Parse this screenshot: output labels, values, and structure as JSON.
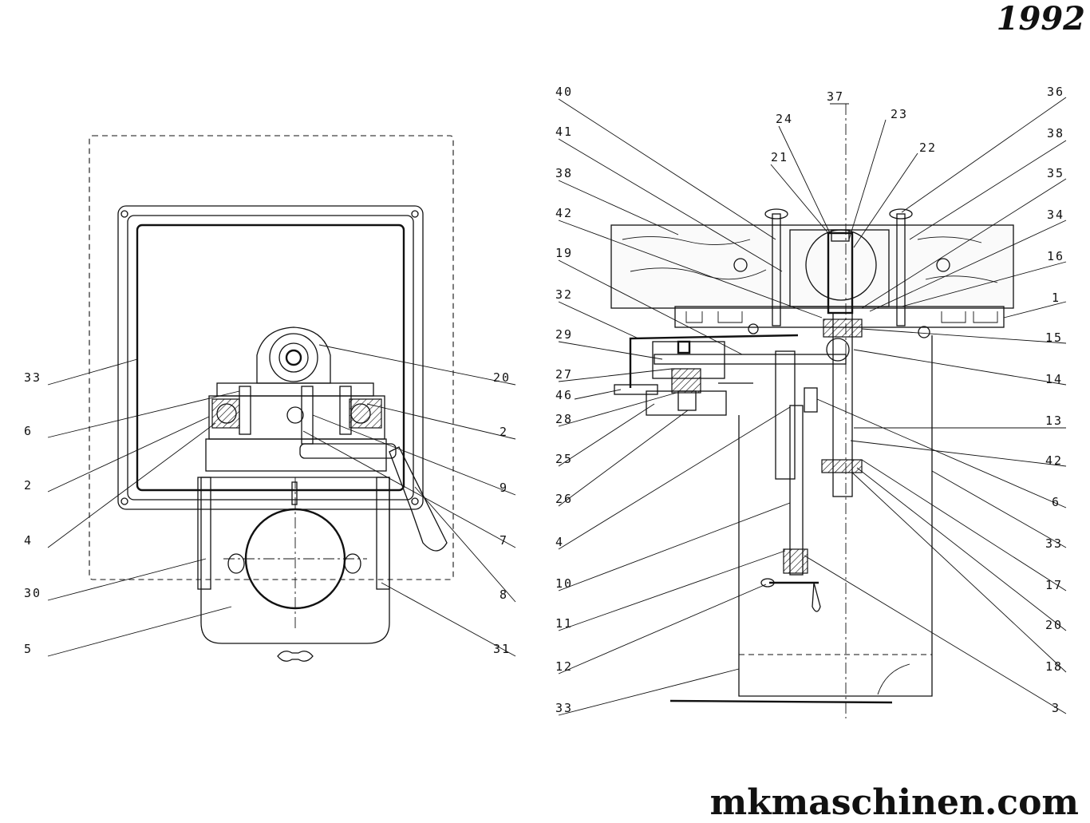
{
  "header": {
    "year": "1992"
  },
  "footer": {
    "brand": "mkmaschinen.com"
  },
  "left_view": {
    "callouts": [
      "33",
      "6",
      "2",
      "4",
      "30",
      "5",
      "20",
      "2",
      "9",
      "7",
      "8",
      "31"
    ]
  },
  "right_view": {
    "callouts_left": [
      "40",
      "41",
      "38",
      "42",
      "19",
      "32",
      "29",
      "27",
      "46",
      "28",
      "25",
      "26",
      "4",
      "10",
      "11",
      "12",
      "33"
    ],
    "callouts_top": [
      "37",
      "24",
      "23",
      "21",
      "22"
    ],
    "callouts_right": [
      "36",
      "38",
      "35",
      "34",
      "16",
      "1",
      "15",
      "14",
      "13",
      "42",
      "6",
      "33",
      "17",
      "20",
      "18",
      "3"
    ]
  }
}
